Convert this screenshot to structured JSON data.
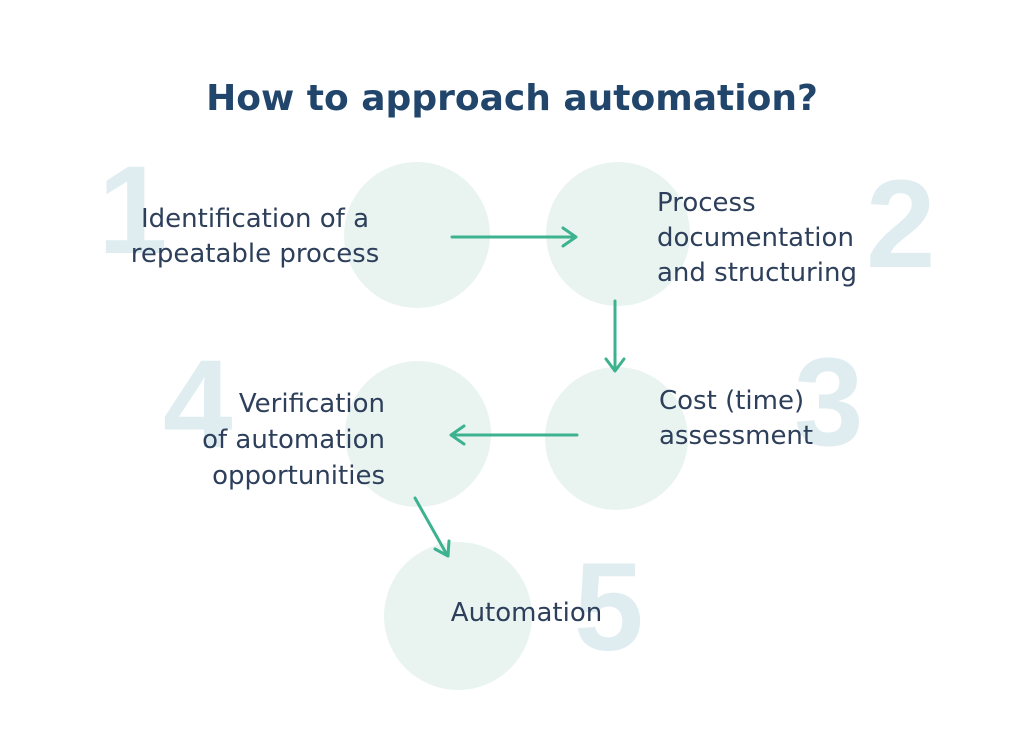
{
  "title": "How to approach automation?",
  "steps": [
    {
      "number": "1",
      "label": "Identification of a\nrepeatable process"
    },
    {
      "number": "2",
      "label": "Process\ndocumentation\nand structuring"
    },
    {
      "number": "3",
      "label": "Cost (time)\nassessment"
    },
    {
      "number": "4",
      "label": "Verification\nof automation\nopportunities"
    },
    {
      "number": "5",
      "label": "Automation"
    }
  ],
  "connections": [
    "1→2",
    "2→3",
    "3→4",
    "4→5"
  ],
  "colors": {
    "background": "#ffffff",
    "title_text": "#21456b",
    "step_text": "#2d3f5a",
    "arrow": "#3db28f",
    "circle_fill": "#e9f4f1",
    "numeral_watermark": "#dfedf1"
  }
}
